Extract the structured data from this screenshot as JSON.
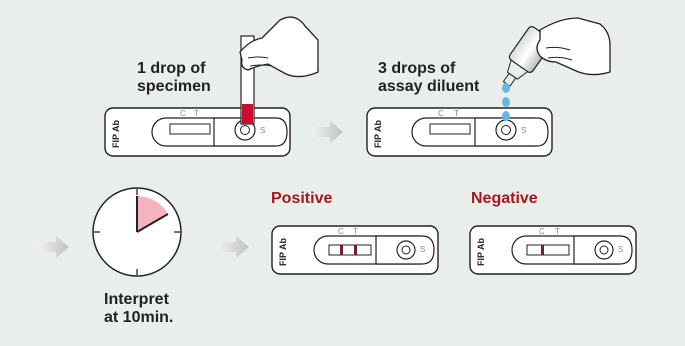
{
  "steps": {
    "step1": {
      "line1": "1 drop of",
      "line2": "specimen"
    },
    "step2": {
      "line1": "3 drops of",
      "line2": "assay diluent"
    },
    "step3": {
      "line1": "Interpret",
      "line2": "at 10min."
    }
  },
  "results": {
    "positive": "Positive",
    "negative": "Negative"
  },
  "cassette": {
    "name": "FIP Ab",
    "control_mark": "C",
    "test_mark": "T",
    "sample_mark": "S"
  },
  "timer": {
    "minutes": 10
  },
  "colors": {
    "background": "#e9eeea",
    "result_text": "#a5171f",
    "control_line": "#7a1b40",
    "specimen": "#c8102e",
    "diluent_drop": "#6bb6e0",
    "timer_wedge": "#f4b3bd",
    "arrow": "#c9cbc9"
  }
}
